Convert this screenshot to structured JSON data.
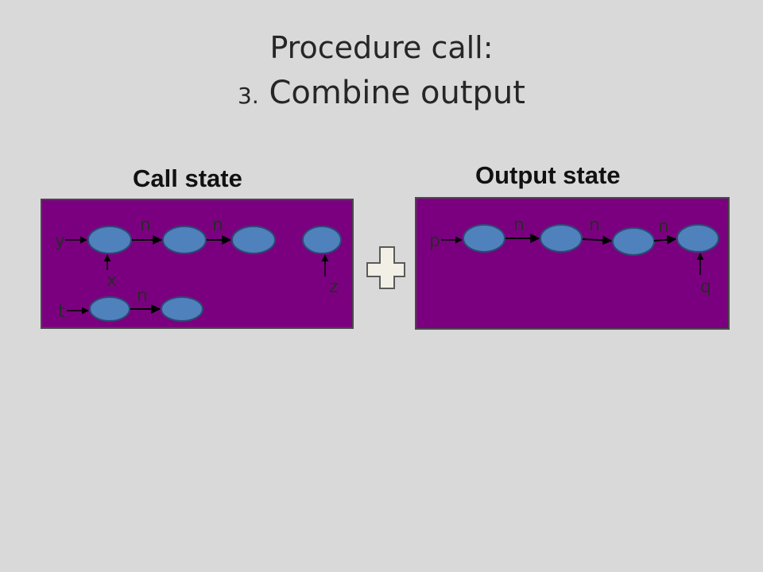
{
  "slide": {
    "title_line1": "Procedure call:",
    "title_line2_number": "3.",
    "title_line2_text": "Combine output"
  },
  "call_state": {
    "label": "Call state",
    "edge_labels": [
      "n",
      "n",
      "n"
    ],
    "variables": [
      "y",
      "x",
      "z",
      "t"
    ]
  },
  "output_state": {
    "label": "Output state",
    "edge_labels": [
      "n",
      "n",
      "n"
    ],
    "variables": [
      "p",
      "q"
    ]
  },
  "combine_operator": "plus-icon",
  "colors": {
    "background": "#d9d9d9",
    "panel_fill": "#7b0080",
    "node_fill": "#4f81bd",
    "node_stroke": "#2c4a73",
    "plus_fill": "#f2f0e6"
  }
}
